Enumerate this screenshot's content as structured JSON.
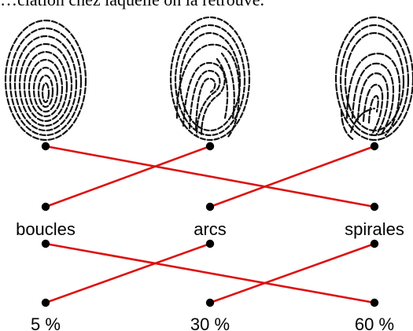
{
  "header_fragment": "…ciation chez laquelle on la retrouve.",
  "fingerprints": [
    {
      "name": "loop-fingerprint",
      "icon": "fingerprint-loop-icon"
    },
    {
      "name": "arch-fingerprint",
      "icon": "fingerprint-arch-icon"
    },
    {
      "name": "whorl-fingerprint",
      "icon": "fingerprint-whorl-icon"
    }
  ],
  "pattern_types": [
    "boucles",
    "arcs",
    "spirales"
  ],
  "percentages": [
    "5 %",
    "30 %",
    "60 %"
  ],
  "links_fingerprint_to_type": [
    {
      "from": 0,
      "to": 2
    },
    {
      "from": 1,
      "to": 0
    },
    {
      "from": 2,
      "to": 1
    }
  ],
  "links_type_to_percentage": [
    {
      "from": 0,
      "to": 2
    },
    {
      "from": 1,
      "to": 0
    },
    {
      "from": 2,
      "to": 1
    }
  ],
  "colors": {
    "line": "#dd1111",
    "dot": "#000000",
    "text": "#000000"
  }
}
